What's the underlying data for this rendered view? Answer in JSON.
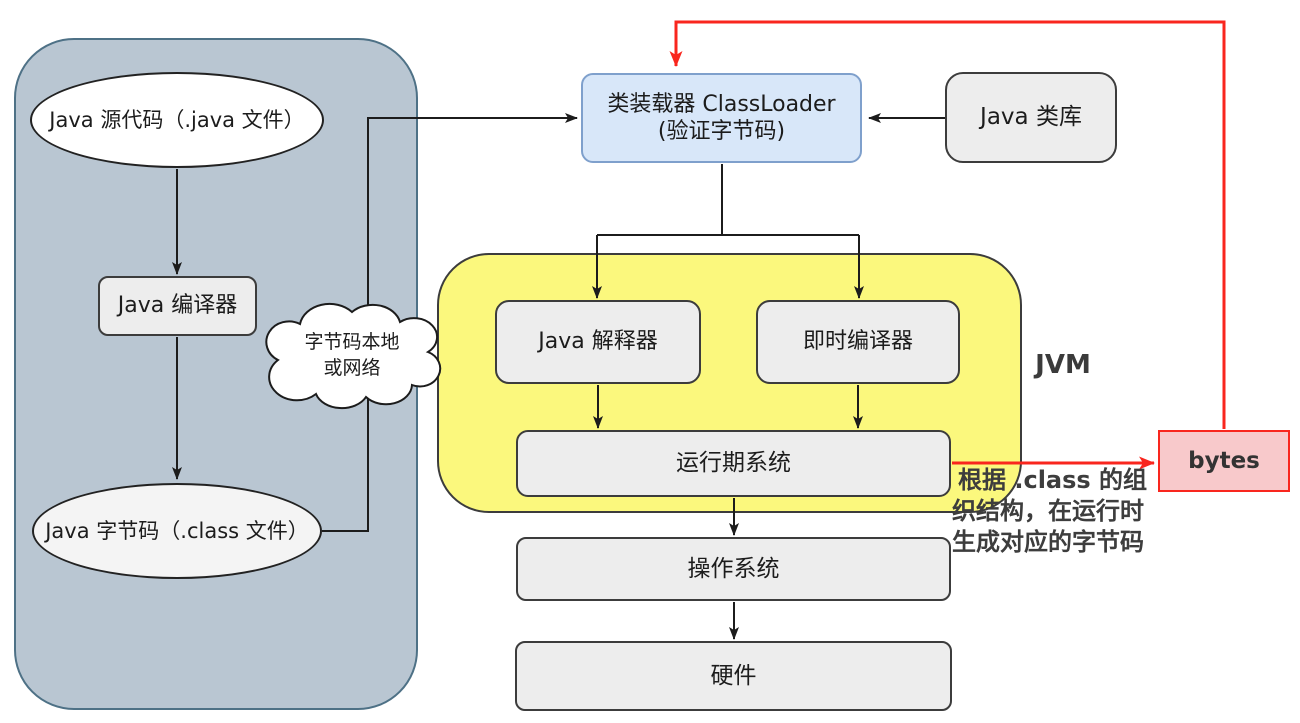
{
  "colors": {
    "panel_blue": "#B9C6D2",
    "panel_blue_border": "#4E7186",
    "panel_yellow": "#FBF87D",
    "node_gray": "#EDEDED",
    "node_border": "#3C3C3C",
    "classloader_blue": "#D8E7F9",
    "classloader_border": "#7FA0CC",
    "bytes_pink": "#F8C9CB",
    "arrow_red": "#F9261E",
    "ink": "#1C1C1C"
  },
  "nodes": {
    "source": "Java 源代码（.java 文件）",
    "compiler": "Java 编译器",
    "bytecode": "Java 字节码（.class 文件）",
    "cloud_line1": "字节码本地",
    "cloud_line2": "或网络",
    "classloader_line1": "类装载器 ClassLoader",
    "classloader_line2": "(验证字节码)",
    "class_library": "Java 类库",
    "interpreter": "Java 解释器",
    "jit_compiler": "即时编译器",
    "runtime_system": "运行期系统",
    "jvm_label": "JVM",
    "os": "操作系统",
    "hardware": "硬件",
    "bytes": "bytes"
  },
  "annotation": {
    "line1": "根据 .class 的组",
    "line2": "织结构，在运行时",
    "line3": "生成对应的字节码"
  }
}
